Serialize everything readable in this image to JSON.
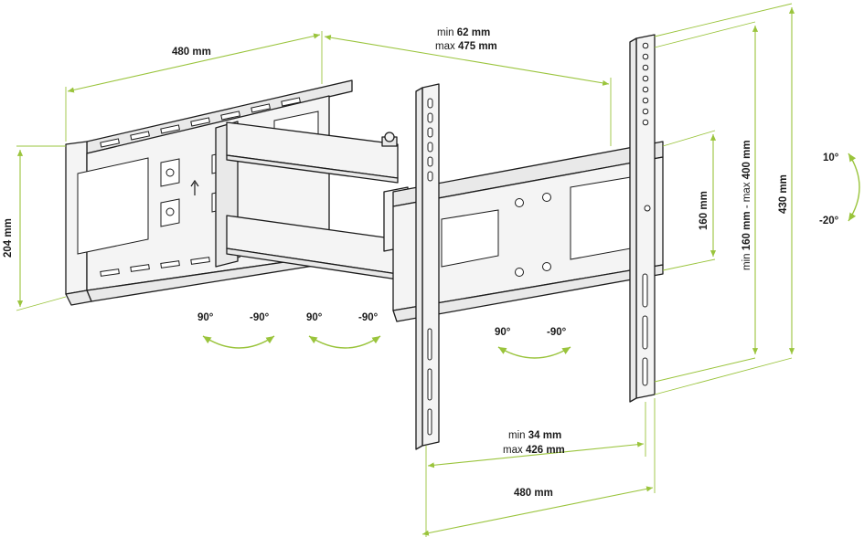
{
  "colors": {
    "dimension": "#9ac43c",
    "outline": "#1c1c1c",
    "steel": "#f4f4f4"
  },
  "dimensions": {
    "wall_plate_width": "480 mm",
    "wall_plate_height": "204 mm",
    "extension_min_prefix": "min",
    "extension_min_value": "62 mm",
    "extension_max_prefix": "max",
    "extension_max_value": "475 mm",
    "vertical_range_prefix_min": "min",
    "vertical_range_min": "160 mm",
    "vertical_range_sep": " - ",
    "vertical_range_prefix_max": "max",
    "vertical_range_max": "400 mm",
    "rail_height": "430 mm",
    "hole_spacing": "160 mm",
    "horizontal_min_prefix": "min",
    "horizontal_min_value": "34 mm",
    "horizontal_max_prefix": "max",
    "horizontal_max_value": "426 mm",
    "tv_plate_width": "480 mm"
  },
  "rotations": {
    "arm1_pos": "90°",
    "arm1_neg": "-90°",
    "arm2_pos": "90°",
    "arm2_neg": "-90°",
    "swivel_pos": "90°",
    "swivel_neg": "-90°",
    "tilt_up": "10°",
    "tilt_down": "-20°"
  }
}
